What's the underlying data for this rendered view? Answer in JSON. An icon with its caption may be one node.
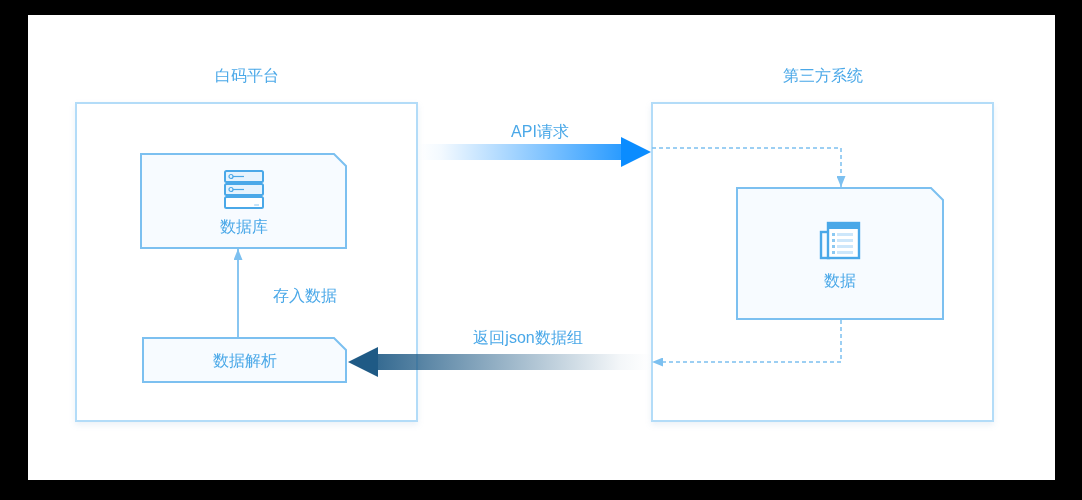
{
  "diagram": {
    "nodes": [
      {
        "text": [
          "白码平台"
        ]
      },
      {
        "text": [
          "数据库"
        ],
        "in": 0
      },
      {
        "text": [
          "数据解析"
        ],
        "in": 0
      },
      {
        "text": [
          "第三方系统"
        ]
      },
      {
        "text": [
          "数据"
        ],
        "in": 3
      }
    ],
    "edges": [
      {
        "from": 2,
        "to": 1,
        "arrow": "to",
        "label": "存入数据"
      },
      {
        "from": 0,
        "to": 3,
        "arrow": "to",
        "label": "API请求",
        "style": "thick",
        "color": "#0a8cff"
      },
      {
        "from": 3,
        "to": 4,
        "arrow": "to",
        "style": "dashed"
      },
      {
        "from": 4,
        "to": 3,
        "arrow": "to",
        "style": "dashed"
      },
      {
        "from": 3,
        "to": 2,
        "arrow": "to",
        "label": "返回json数据组",
        "style": "thick",
        "color": "#1f5a85"
      }
    ]
  }
}
